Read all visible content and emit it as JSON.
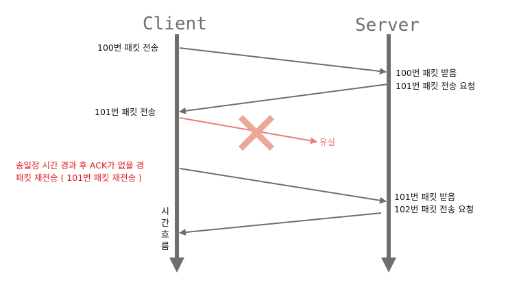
{
  "actors": {
    "client": "Client",
    "server": "Server"
  },
  "messages": {
    "send_100": "100번 패킷 전송",
    "recv_100": "100번 패킷 받음",
    "req_101": "101번 패킷 전송 요청",
    "send_101": "101번 패킷 전송",
    "lost": "유실",
    "timeout_line1": "송일정 시간 경과 후 ACK가 없을 경",
    "timeout_line2": "패킷 재전송 ( 101번 패킷 재전송 )",
    "recv_101": "101번 패킷 받음",
    "req_102": "102번 패킷 전송 요청"
  },
  "timeline_label": [
    "시",
    "간",
    "흐",
    "름"
  ],
  "colors": {
    "lifeline": "#6e6e6e",
    "arrow": "#6e6e6e",
    "lost_arrow": "#ef7a7a",
    "cross": "#eba797",
    "timeout_text": "#e0161b"
  }
}
